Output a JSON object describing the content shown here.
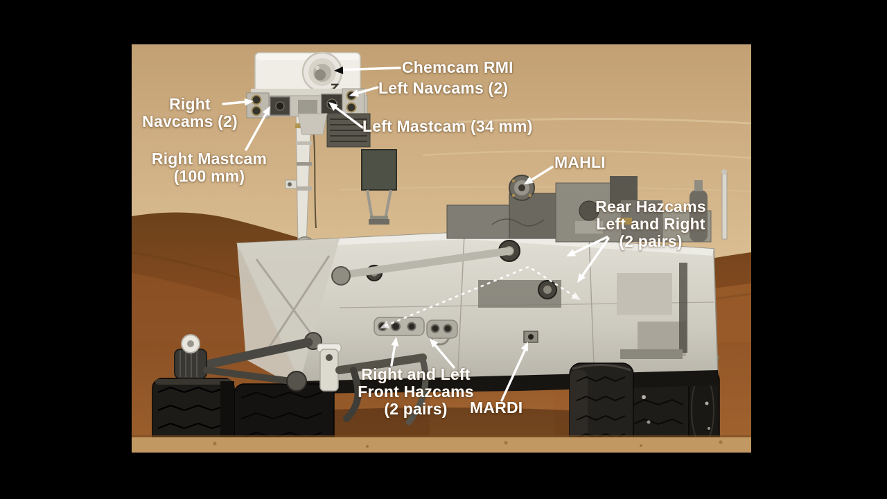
{
  "annotations": [
    {
      "id": "chemcam-rmi",
      "lines": [
        "Chemcam RMI"
      ]
    },
    {
      "id": "left-navcams",
      "lines": [
        "Left Navcams (2)"
      ]
    },
    {
      "id": "right-navcams",
      "lines": [
        "Right",
        "Navcams (2)"
      ]
    },
    {
      "id": "left-mastcam",
      "lines": [
        "Left Mastcam (34 mm)"
      ]
    },
    {
      "id": "right-mastcam",
      "lines": [
        "Right Mastcam",
        "(100 mm)"
      ]
    },
    {
      "id": "mahli",
      "lines": [
        "MAHLI"
      ]
    },
    {
      "id": "rear-hazcams",
      "lines": [
        "Rear Hazcams",
        "Left and Right",
        "(2 pairs)"
      ]
    },
    {
      "id": "front-hazcams",
      "lines": [
        "Right and Left",
        "Front Hazcams",
        "(2 pairs)"
      ]
    },
    {
      "id": "mardi",
      "lines": [
        "MARDI"
      ]
    }
  ],
  "colors": {
    "label_text": "#ffffff",
    "leader_line": "#ffffff",
    "chemcam_arrowhead": "#0d0d0d",
    "sky": "#d3b489",
    "terrain_dark": "#6b421b",
    "terrain_light": "#a56932",
    "sand_strip": "#c19762",
    "rover_body": "#d9d6cc",
    "wheel": "#1d1b18",
    "letterbox": "#000000"
  }
}
